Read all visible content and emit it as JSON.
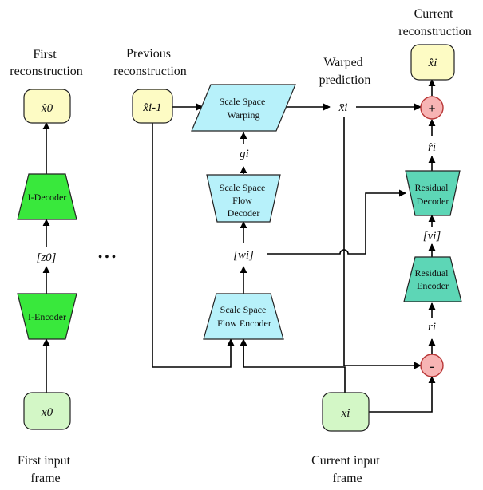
{
  "captions": {
    "first_reconstruction": [
      "First",
      "reconstruction"
    ],
    "previous_reconstruction": [
      "Previous",
      "reconstruction"
    ],
    "warped_prediction": [
      "Warped",
      "prediction"
    ],
    "current_reconstruction": [
      "Current",
      "reconstruction"
    ],
    "first_input_frame": [
      "First input",
      "frame"
    ],
    "current_input_frame": [
      "Current input",
      "frame"
    ]
  },
  "blocks": {
    "i_decoder": [
      "I-Decoder"
    ],
    "i_encoder": [
      "I-Encoder"
    ],
    "scale_space_warping": [
      "Scale Space",
      "Warping"
    ],
    "flow_decoder": [
      "Scale Space",
      "Flow",
      "Decoder"
    ],
    "flow_encoder": [
      "Scale Space",
      "Flow Encoder"
    ],
    "residual_decoder": [
      "Residual",
      "Decoder"
    ],
    "residual_encoder": [
      "Residual",
      "Encoder"
    ]
  },
  "symbols": {
    "x0_hat": "x̂0",
    "x0": "x0",
    "z0": "[z0]",
    "x_prev_hat": "x̂i-1",
    "x_i_hat": "x̂i",
    "x_i": "xi",
    "x_bar": "x̄i",
    "g_i": "gi",
    "w_i": "[wi]",
    "r_hat": "r̂i",
    "v_i": "[vi]",
    "r_i": "ri",
    "ellipsis": "• • •"
  },
  "operators": {
    "add": "+",
    "subtract": "-"
  },
  "colors": {
    "recon_fill": "#fdfbc4",
    "input_fill": "#d3f7c6",
    "i_codec_fill": "#39e83c",
    "flow_fill": "#b7f1fa",
    "residual_fill": "#5dd6b6",
    "operator_fill": "#f7b4b4",
    "operator_stroke": "#b83636"
  }
}
